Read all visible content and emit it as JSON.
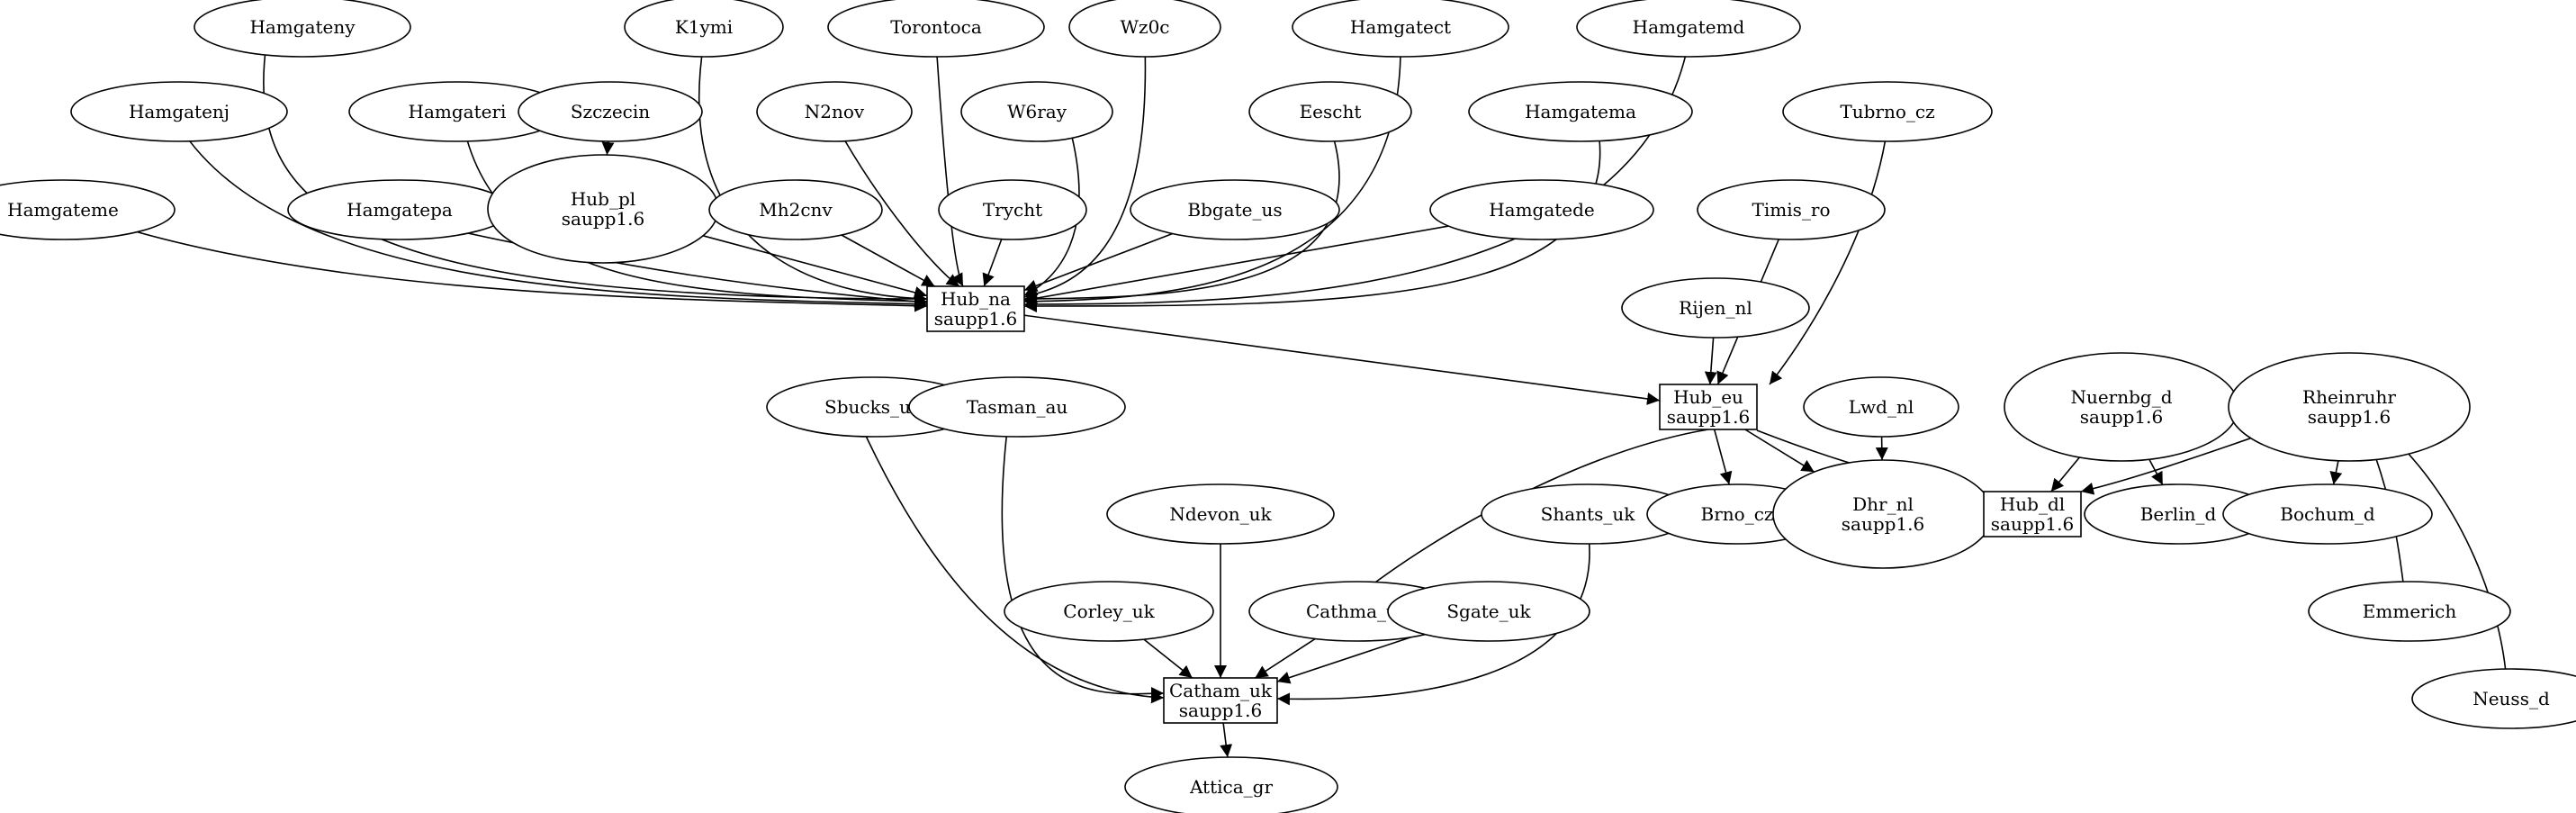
{
  "nodes": [
    {
      "id": "hamgateny",
      "lines": [
        "Hamgateny"
      ],
      "shape": "ellipse"
    },
    {
      "id": "k1ymi",
      "lines": [
        "K1ymi"
      ],
      "shape": "ellipse"
    },
    {
      "id": "torontoca",
      "lines": [
        "Torontoca"
      ],
      "shape": "ellipse"
    },
    {
      "id": "wz0c",
      "lines": [
        "Wz0c"
      ],
      "shape": "ellipse"
    },
    {
      "id": "hamgatect",
      "lines": [
        "Hamgatect"
      ],
      "shape": "ellipse"
    },
    {
      "id": "hamgatemd",
      "lines": [
        "Hamgatemd"
      ],
      "shape": "ellipse"
    },
    {
      "id": "hamgatenj",
      "lines": [
        "Hamgatenj"
      ],
      "shape": "ellipse"
    },
    {
      "id": "hamgateri",
      "lines": [
        "Hamgateri"
      ],
      "shape": "ellipse"
    },
    {
      "id": "szczecin",
      "lines": [
        "Szczecin"
      ],
      "shape": "ellipse"
    },
    {
      "id": "n2nov",
      "lines": [
        "N2nov"
      ],
      "shape": "ellipse"
    },
    {
      "id": "w6ray",
      "lines": [
        "W6ray"
      ],
      "shape": "ellipse"
    },
    {
      "id": "eescht",
      "lines": [
        "Eescht"
      ],
      "shape": "ellipse"
    },
    {
      "id": "hamgatema",
      "lines": [
        "Hamgatema"
      ],
      "shape": "ellipse"
    },
    {
      "id": "tubrno_cz",
      "lines": [
        "Tubrno_cz"
      ],
      "shape": "ellipse"
    },
    {
      "id": "hamgateme",
      "lines": [
        "Hamgateme"
      ],
      "shape": "ellipse"
    },
    {
      "id": "hamgatepa",
      "lines": [
        "Hamgatepa"
      ],
      "shape": "ellipse"
    },
    {
      "id": "hub_pl",
      "lines": [
        "Hub_pl",
        "saupp1.6"
      ],
      "shape": "ellipse"
    },
    {
      "id": "mh2cnv",
      "lines": [
        "Mh2cnv"
      ],
      "shape": "ellipse"
    },
    {
      "id": "trycht",
      "lines": [
        "Trycht"
      ],
      "shape": "ellipse"
    },
    {
      "id": "bbgate_us",
      "lines": [
        "Bbgate_us"
      ],
      "shape": "ellipse"
    },
    {
      "id": "hamgatede",
      "lines": [
        "Hamgatede"
      ],
      "shape": "ellipse"
    },
    {
      "id": "timis_ro",
      "lines": [
        "Timis_ro"
      ],
      "shape": "ellipse"
    },
    {
      "id": "hub_na",
      "lines": [
        "Hub_na",
        "saupp1.6"
      ],
      "shape": "box"
    },
    {
      "id": "rijen_nl",
      "lines": [
        "Rijen_nl"
      ],
      "shape": "ellipse"
    },
    {
      "id": "hub_eu",
      "lines": [
        "Hub_eu",
        "saupp1.6"
      ],
      "shape": "box"
    },
    {
      "id": "sbucks_uk",
      "lines": [
        "Sbucks_uk"
      ],
      "shape": "ellipse"
    },
    {
      "id": "tasman_au",
      "lines": [
        "Tasman_au"
      ],
      "shape": "ellipse"
    },
    {
      "id": "lwd_nl",
      "lines": [
        "Lwd_nl"
      ],
      "shape": "ellipse"
    },
    {
      "id": "nuernbg_d",
      "lines": [
        "Nuernbg_d",
        "saupp1.6"
      ],
      "shape": "ellipse"
    },
    {
      "id": "rheinruhr",
      "lines": [
        "Rheinruhr",
        "saupp1.6"
      ],
      "shape": "ellipse"
    },
    {
      "id": "ndevon_uk",
      "lines": [
        "Ndevon_uk"
      ],
      "shape": "ellipse"
    },
    {
      "id": "shants_uk",
      "lines": [
        "Shants_uk"
      ],
      "shape": "ellipse"
    },
    {
      "id": "brno_cz",
      "lines": [
        "Brno_cz"
      ],
      "shape": "ellipse"
    },
    {
      "id": "dhr_nl",
      "lines": [
        "Dhr_nl",
        "saupp1.6"
      ],
      "shape": "ellipse"
    },
    {
      "id": "hub_dl",
      "lines": [
        "Hub_dl",
        "saupp1.6"
      ],
      "shape": "box"
    },
    {
      "id": "berlin_d",
      "lines": [
        "Berlin_d"
      ],
      "shape": "ellipse"
    },
    {
      "id": "bochum_d",
      "lines": [
        "Bochum_d"
      ],
      "shape": "ellipse"
    },
    {
      "id": "corley_uk",
      "lines": [
        "Corley_uk"
      ],
      "shape": "ellipse"
    },
    {
      "id": "cathma_uk",
      "lines": [
        "Cathma_uk"
      ],
      "shape": "ellipse"
    },
    {
      "id": "sgate_uk",
      "lines": [
        "Sgate_uk"
      ],
      "shape": "ellipse"
    },
    {
      "id": "emmerich",
      "lines": [
        "Emmerich"
      ],
      "shape": "ellipse"
    },
    {
      "id": "catham_uk",
      "lines": [
        "Catham_uk",
        "saupp1.6"
      ],
      "shape": "box"
    },
    {
      "id": "neuss_d",
      "lines": [
        "Neuss_d"
      ],
      "shape": "ellipse"
    },
    {
      "id": "attica_gr",
      "lines": [
        "Attica_gr"
      ],
      "shape": "ellipse"
    }
  ],
  "edges": [
    {
      "from": "hamgateny",
      "to": "hub_na"
    },
    {
      "from": "k1ymi",
      "to": "hub_na"
    },
    {
      "from": "torontoca",
      "to": "hub_na"
    },
    {
      "from": "wz0c",
      "to": "hub_na"
    },
    {
      "from": "hamgatect",
      "to": "hub_na"
    },
    {
      "from": "hamgatemd",
      "to": "hub_na"
    },
    {
      "from": "hamgatenj",
      "to": "hub_na"
    },
    {
      "from": "hamgateri",
      "to": "hub_na"
    },
    {
      "from": "szczecin",
      "to": "hub_pl"
    },
    {
      "from": "n2nov",
      "to": "hub_na"
    },
    {
      "from": "w6ray",
      "to": "hub_na"
    },
    {
      "from": "eescht",
      "to": "hub_na"
    },
    {
      "from": "hamgatema",
      "to": "hub_na"
    },
    {
      "from": "hamgateme",
      "to": "hub_na"
    },
    {
      "from": "hamgatepa",
      "to": "hub_na"
    },
    {
      "from": "hub_pl",
      "to": "hub_na"
    },
    {
      "from": "mh2cnv",
      "to": "hub_na"
    },
    {
      "from": "trycht",
      "to": "hub_na"
    },
    {
      "from": "bbgate_us",
      "to": "hub_na"
    },
    {
      "from": "hamgatede",
      "to": "hub_na"
    },
    {
      "from": "hub_na",
      "to": "hub_eu"
    },
    {
      "from": "timis_ro",
      "to": "hub_eu"
    },
    {
      "from": "tubrno_cz",
      "to": "hub_eu"
    },
    {
      "from": "rijen_nl",
      "to": "hub_eu"
    },
    {
      "from": "hub_eu",
      "to": "cathma_uk"
    },
    {
      "from": "hub_eu",
      "to": "brno_cz"
    },
    {
      "from": "hub_eu",
      "to": "dhr_nl"
    },
    {
      "from": "hub_eu",
      "to": "hub_dl"
    },
    {
      "from": "lwd_nl",
      "to": "dhr_nl"
    },
    {
      "from": "nuernbg_d",
      "to": "hub_dl"
    },
    {
      "from": "nuernbg_d",
      "to": "berlin_d"
    },
    {
      "from": "rheinruhr",
      "to": "hub_dl"
    },
    {
      "from": "rheinruhr",
      "to": "bochum_d"
    },
    {
      "from": "rheinruhr",
      "to": "emmerich"
    },
    {
      "from": "rheinruhr",
      "to": "neuss_d"
    },
    {
      "from": "sbucks_uk",
      "to": "catham_uk"
    },
    {
      "from": "tasman_au",
      "to": "catham_uk"
    },
    {
      "from": "ndevon_uk",
      "to": "catham_uk"
    },
    {
      "from": "corley_uk",
      "to": "catham_uk"
    },
    {
      "from": "cathma_uk",
      "to": "catham_uk"
    },
    {
      "from": "sgate_uk",
      "to": "catham_uk"
    },
    {
      "from": "shants_uk",
      "to": "catham_uk"
    },
    {
      "from": "catham_uk",
      "to": "attica_gr"
    }
  ]
}
